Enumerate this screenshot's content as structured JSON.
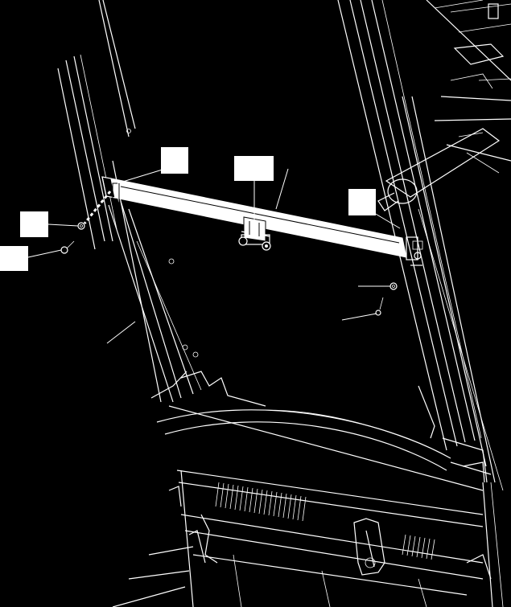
{
  "figure": {
    "background": "#000000",
    "line_color": "#ffffff",
    "subject": "mounting-rail-assembly"
  },
  "callouts": [
    {
      "id": "callout-1",
      "text": ""
    },
    {
      "id": "callout-2",
      "text": ""
    },
    {
      "id": "callout-3",
      "text": ""
    },
    {
      "id": "callout-4",
      "text": ""
    },
    {
      "id": "callout-5",
      "text": ""
    }
  ]
}
